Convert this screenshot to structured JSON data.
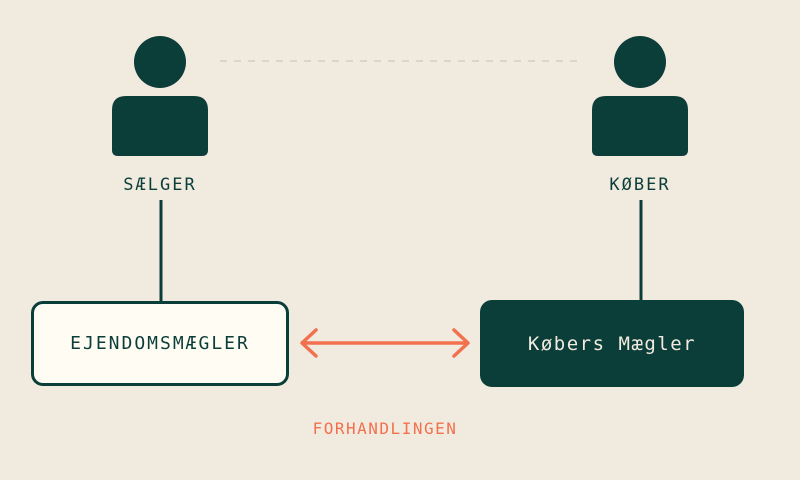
{
  "colors": {
    "background": "#f1ebdf",
    "dark_teal": "#0b3d39",
    "accent_coral": "#f2704e",
    "box_light": "#fffcf3",
    "dashed_line": "#ddd6c8"
  },
  "seller": {
    "icon": "person-icon",
    "label": "SÆLGER"
  },
  "buyer": {
    "icon": "person-icon",
    "label": "KØBER"
  },
  "boxes": {
    "seller_agent": "EJENDOMSMÆGLER",
    "buyer_agent": "Købers Mægler"
  },
  "negotiation": {
    "label": "FORHANDLINGEN",
    "arrow_icon": "double-arrow-icon"
  }
}
